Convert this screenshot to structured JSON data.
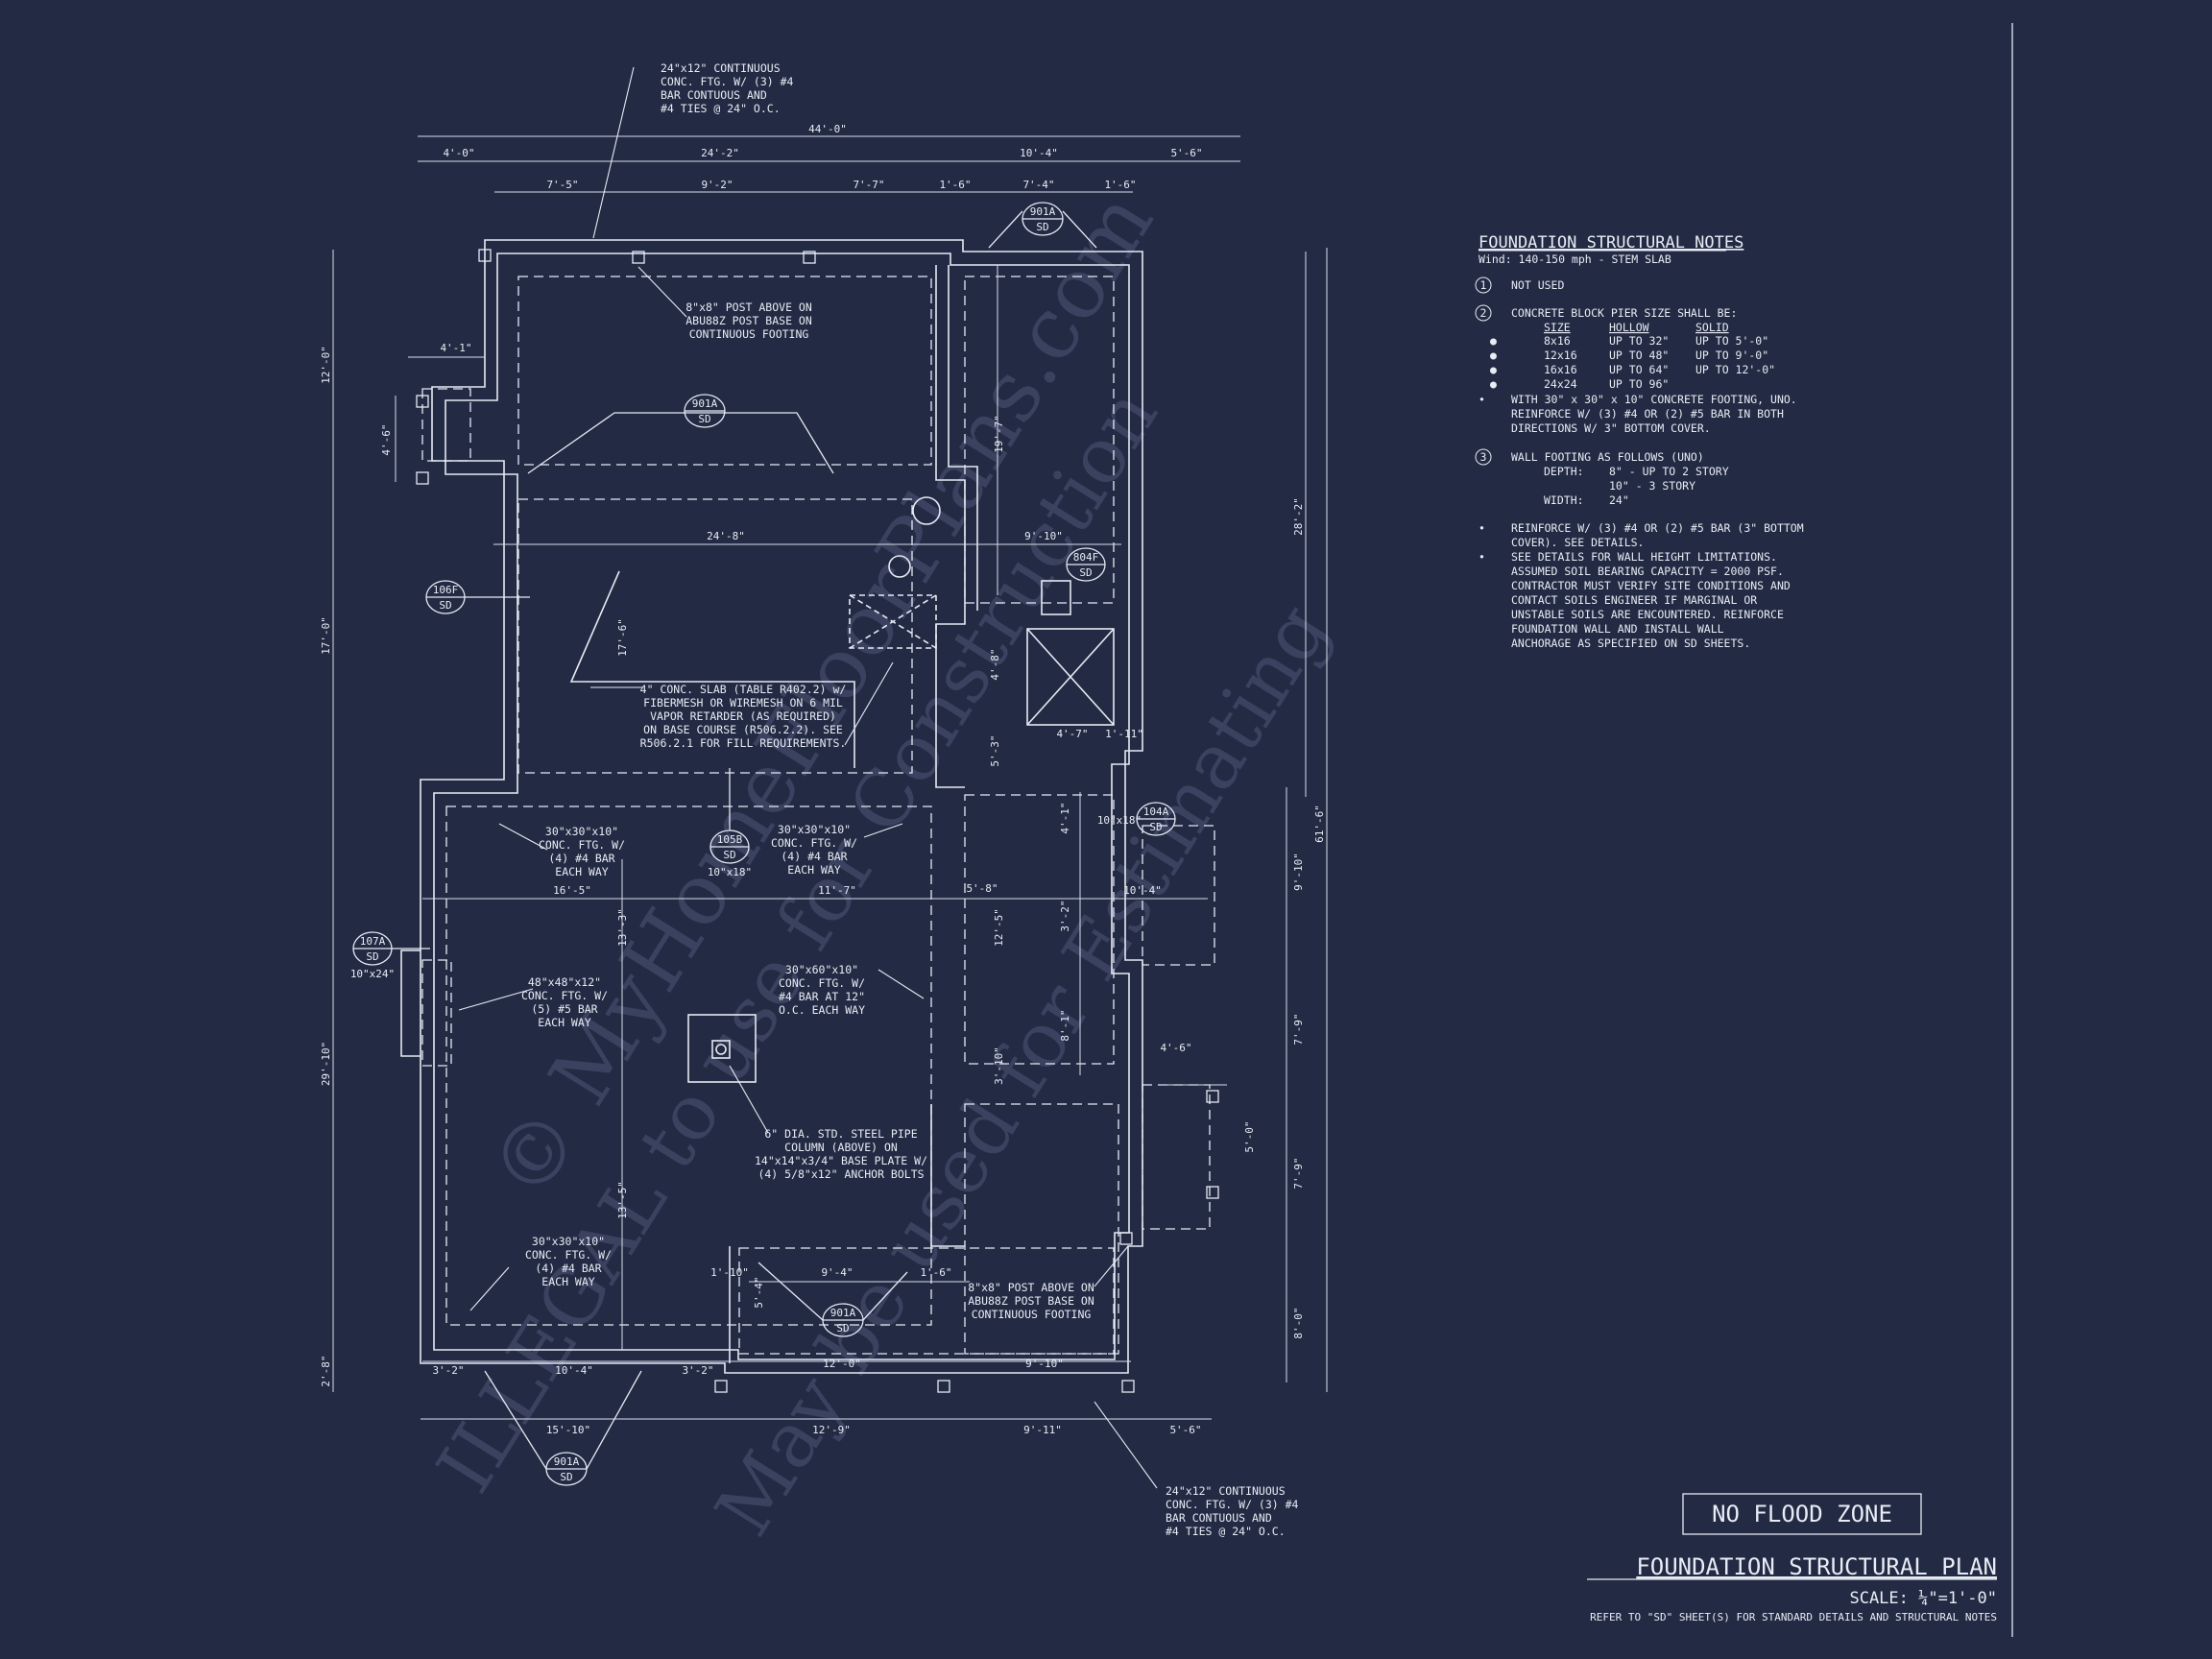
{
  "colors": {
    "background": "#232a43",
    "line": "#e6eaf4",
    "watermark": "#3a4260"
  },
  "watermark": {
    "line1": "© MyHomeFloorPlans.com",
    "line2": "ILLEGAL to use for Construction",
    "line3": "May be used for Estimating"
  },
  "dimensions": {
    "top_overall": "44'-0\"",
    "top_row2": [
      "4'-0\"",
      "24'-2\"",
      "10'-4\"",
      "5'-6\""
    ],
    "top_row3": [
      "7'-5\"",
      "9'-2\"",
      "7'-7\"",
      "1'-6\"",
      "7'-4\"",
      "1'-6\""
    ],
    "right_outer": "61'-6\"",
    "right_mid": "28'-2\"",
    "right_inner": [
      "9'-10\"",
      "7'-9\"",
      "7'-9\"",
      "8'-0\""
    ],
    "left_outer": [
      "12'-0\"",
      "17'-0\"",
      "29'-10\"",
      "2'-8\""
    ],
    "left_misc": [
      "4'-1\"",
      "4'-6\""
    ],
    "bottom_row1": [
      "3'-2\"",
      "10'-4\"",
      "3'-2\"",
      "12'-0\"",
      "9'-10\""
    ],
    "bottom_row2": [
      "15'-10\"",
      "12'-9\"",
      "9'-11\"",
      "5'-6\""
    ],
    "interior": {
      "d1": "24'-8\"",
      "d2": "9'-10\"",
      "d3": "19'-7\"",
      "d4": "17'-6\"",
      "d5": "16'-5\"",
      "d6": "11'-7\"",
      "d7": "5'-8\"",
      "d8": "10'-4\"",
      "d9": "13'-3\"",
      "d10": "13'-5\"",
      "d11": "4'-8\"",
      "d12": "5'-3\"",
      "d13": "4'-7\"",
      "d14": "1'-11\"",
      "d15": "4'-1\"",
      "d16": "3'-2\"",
      "d17": "12'-5\"",
      "d18": "8'-1\"",
      "d19": "3'-10\"",
      "d20": "4'-6\"",
      "d21": "5'-0\"",
      "d22": "9'-4\"",
      "d23": "1'-6\"",
      "d24": "1'-10\"",
      "d25": "5'-4\""
    }
  },
  "section_tags": [
    {
      "num": "901A",
      "sheet": "SD",
      "extra": ""
    },
    {
      "num": "901A",
      "sheet": "SD",
      "extra": ""
    },
    {
      "num": "804F",
      "sheet": "SD",
      "extra": ""
    },
    {
      "num": "106F",
      "sheet": "SD",
      "extra": ""
    },
    {
      "num": "105B",
      "sheet": "SD",
      "extra": "10\"x18\""
    },
    {
      "num": "104A",
      "sheet": "SD",
      "extra": "10\"x18\""
    },
    {
      "num": "107A",
      "sheet": "SD",
      "extra": "10\"x24\""
    },
    {
      "num": "901A",
      "sheet": "SD",
      "extra": ""
    },
    {
      "num": "901A",
      "sheet": "SD",
      "extra": ""
    }
  ],
  "callouts": {
    "top_footing": [
      "24\"x12\" CONTINUOUS",
      "CONC. FTG. W/ (3) #4",
      "BAR CONTUOUS AND",
      "#4 TIES @ 24\" O.C."
    ],
    "post_top": [
      "8\"x8\" POST ABOVE ON",
      "ABU88Z POST BASE ON",
      "CONTINUOUS FOOTING"
    ],
    "slab": [
      "4\" CONC. SLAB (TABLE R402.2) w/",
      "FIBERMESH OR WIREMESH ON 6 MIL",
      "VAPOR RETARDER (AS REQUIRED)",
      "ON BASE COURSE (R506.2.2). SEE",
      "R506.2.1 FOR FILL REQUIREMENTS."
    ],
    "ftg_30a": [
      "30\"x30\"x10\"",
      "CONC. FTG. W/",
      "(4) #4 BAR",
      "EACH WAY"
    ],
    "ftg_30b": [
      "30\"x30\"x10\"",
      "CONC. FTG. W/",
      "(4) #4 BAR",
      "EACH WAY"
    ],
    "ftg_48": [
      "48\"x48\"x12\"",
      "CONC. FTG. W/",
      "(5) #5 BAR",
      "EACH WAY"
    ],
    "ftg_30x60": [
      "30\"x60\"x10\"",
      "CONC. FTG. W/",
      "#4 BAR AT 12\"",
      "O.C. EACH WAY"
    ],
    "pipe": [
      "6\" DIA. STD. STEEL PIPE",
      "COLUMN (ABOVE) ON",
      "14\"x14\"x3/4\" BASE PLATE W/",
      "(4) 5/8\"x12\" ANCHOR BOLTS"
    ],
    "ftg_30c": [
      "30\"x30\"x10\"",
      "CONC. FTG. W/",
      "(4) #4 BAR",
      "EACH WAY"
    ],
    "post_bottom": [
      "8\"x8\" POST ABOVE ON",
      "ABU88Z POST BASE ON",
      "CONTINUOUS FOOTING"
    ],
    "bottom_footing": [
      "24\"x12\" CONTINUOUS",
      "CONC. FTG. W/ (3) #4",
      "BAR CONTUOUS AND",
      "#4 TIES @ 24\" O.C."
    ]
  },
  "notes": {
    "title": "FOUNDATION STRUCTURAL NOTES",
    "subtitle": "Wind: 140-150 mph - STEM SLAB",
    "item1_num": "1",
    "item1_text": "NOT USED",
    "item2_num": "2",
    "item2_text": "CONCRETE BLOCK PIER SIZE SHALL BE:",
    "pier_headers": [
      "SIZE",
      "HOLLOW",
      "SOLID"
    ],
    "pier_rows": [
      [
        "8x16",
        "UP TO 32\"",
        "UP TO 5'-0\""
      ],
      [
        "12x16",
        "UP TO 48\"",
        "UP TO 9'-0\""
      ],
      [
        "16x16",
        "UP TO 64\"",
        "UP TO 12'-0\""
      ],
      [
        "24x24",
        "UP TO 96\"",
        ""
      ]
    ],
    "pier_note": [
      "WITH 30\" x 30\" x 10\" CONCRETE FOOTING, UNO.",
      "REINFORCE W/ (3) #4 OR (2) #5 BAR IN BOTH",
      "DIRECTIONS W/ 3\" BOTTOM COVER."
    ],
    "item3_num": "3",
    "item3_text": "WALL FOOTING AS FOLLOWS (UNO)",
    "depth_label": "DEPTH:",
    "depth_1": "8\" - UP TO 2 STORY",
    "depth_2": "10\" - 3 STORY",
    "width_label": "WIDTH:",
    "width_val": "24\"",
    "bullet_a": [
      "REINFORCE W/ (3) #4 OR (2) #5 BAR (3\" BOTTOM",
      "COVER). SEE DETAILS."
    ],
    "bullet_b": [
      "SEE DETAILS FOR WALL HEIGHT LIMITATIONS.",
      "ASSUMED SOIL BEARING CAPACITY = 2000 PSF.",
      "CONTRACTOR MUST VERIFY SITE CONDITIONS AND",
      "CONTACT SOILS ENGINEER IF MARGINAL OR",
      "UNSTABLE SOILS ARE ENCOUNTERED. REINFORCE",
      "FOUNDATION WALL AND INSTALL WALL",
      "ANCHORAGE AS SPECIFIED ON SD SHEETS."
    ]
  },
  "title_block": {
    "flood_zone": "NO FLOOD ZONE",
    "title": "FOUNDATION STRUCTURAL PLAN",
    "scale": "SCALE: ¼\"=1'-0\"",
    "refer": "REFER TO \"SD\" SHEET(S) FOR STANDARD DETAILS AND STRUCTURAL NOTES"
  }
}
